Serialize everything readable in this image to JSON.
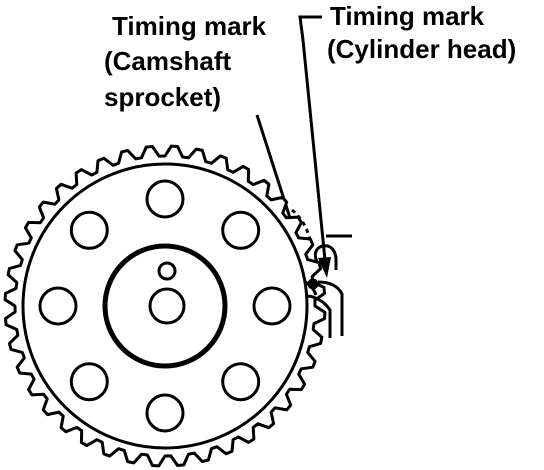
{
  "labels": {
    "camshaft_mark": [
      "Timing mark",
      "(Camshaft",
      "sprocket)"
    ],
    "head_mark": [
      "Timing mark",
      "(Cylinder head)"
    ]
  },
  "colors": {
    "ink": "#000000",
    "paper": "#ffffff"
  }
}
